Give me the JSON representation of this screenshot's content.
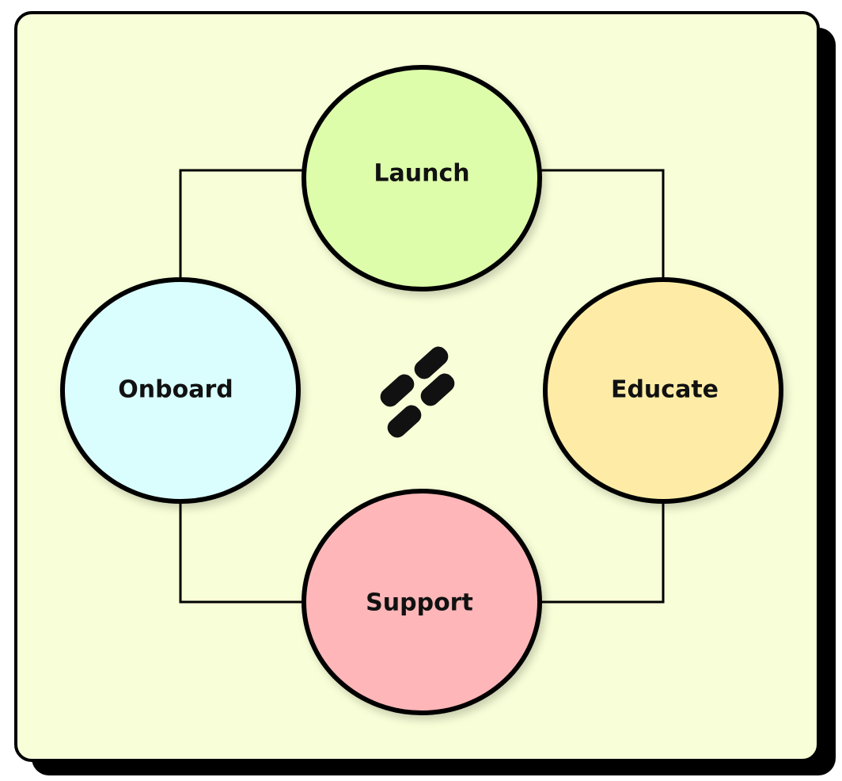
{
  "nodes": {
    "launch": {
      "label": "Launch",
      "fill": "#ddfdab"
    },
    "educate": {
      "label": "Educate",
      "fill": "#feeca6"
    },
    "support": {
      "label": "Support",
      "fill": "#feb6b8"
    },
    "onboard": {
      "label": "Onboard",
      "fill": "#dafefe"
    }
  },
  "colors": {
    "background": "#f8fed7",
    "outline": "#000000",
    "shadow": "#000000"
  },
  "center_logo": {
    "icon": "logo-icon"
  }
}
